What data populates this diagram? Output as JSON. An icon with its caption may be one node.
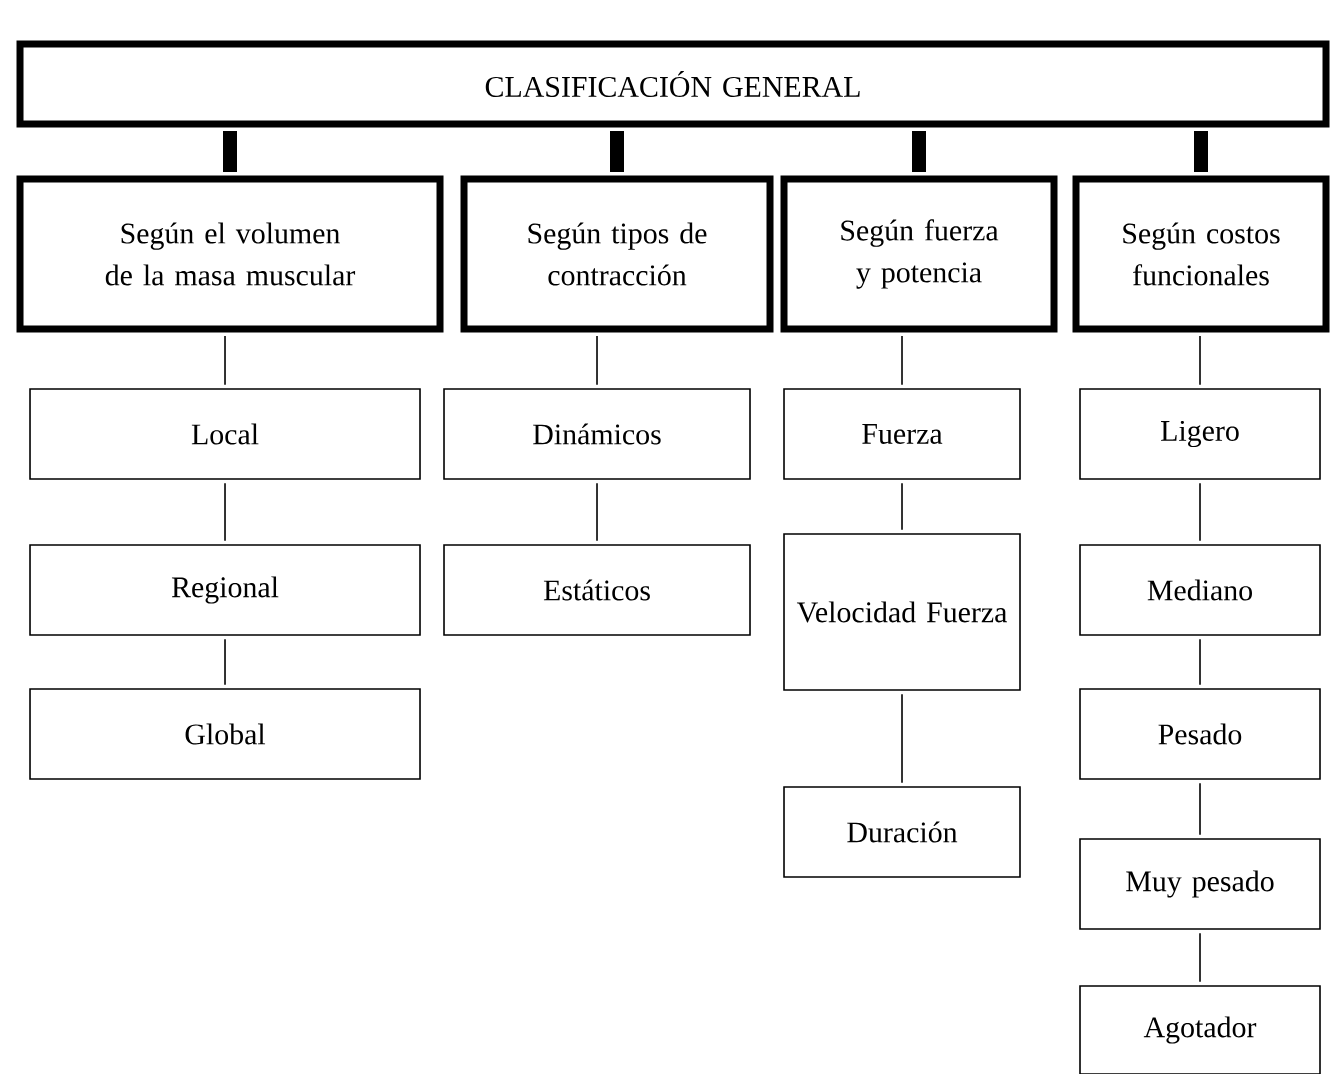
{
  "diagram": {
    "nodes": [
      {
        "text": [
          "CLASIFICACIÓN GENERAL"
        ]
      },
      {
        "text": [
          "Según el volumen de la masa muscular"
        ]
      },
      {
        "text": [
          "Según tipos de contracción"
        ]
      },
      {
        "text": [
          "Según fuerza y potencia"
        ]
      },
      {
        "text": [
          "Según costos funcionales"
        ]
      },
      {
        "text": [
          "Local"
        ]
      },
      {
        "text": [
          "Regional"
        ]
      },
      {
        "text": [
          "Global"
        ]
      },
      {
        "text": [
          "Dinámicos"
        ]
      },
      {
        "text": [
          "Estáticos"
        ]
      },
      {
        "text": [
          "Fuerza"
        ]
      },
      {
        "text": [
          "Velocidad Fuerza"
        ]
      },
      {
        "text": [
          "Duración"
        ]
      },
      {
        "text": [
          "Ligero"
        ]
      },
      {
        "text": [
          "Mediano"
        ]
      },
      {
        "text": [
          "Pesado"
        ]
      },
      {
        "text": [
          "Muy pesado"
        ]
      },
      {
        "text": [
          "Agotador"
        ]
      }
    ],
    "edges": [
      {
        "from": 0,
        "to": 1,
        "arrow": "none",
        "style": "thick"
      },
      {
        "from": 0,
        "to": 2,
        "arrow": "none",
        "style": "thick"
      },
      {
        "from": 0,
        "to": 3,
        "arrow": "none",
        "style": "thick"
      },
      {
        "from": 0,
        "to": 4,
        "arrow": "none",
        "style": "thick"
      },
      {
        "from": 1,
        "to": 5,
        "arrow": "none"
      },
      {
        "from": 5,
        "to": 6,
        "arrow": "none"
      },
      {
        "from": 6,
        "to": 7,
        "arrow": "none"
      },
      {
        "from": 2,
        "to": 8,
        "arrow": "none"
      },
      {
        "from": 8,
        "to": 9,
        "arrow": "none"
      },
      {
        "from": 3,
        "to": 10,
        "arrow": "none"
      },
      {
        "from": 10,
        "to": 11,
        "arrow": "none"
      },
      {
        "from": 11,
        "to": 12,
        "arrow": "none"
      },
      {
        "from": 4,
        "to": 13,
        "arrow": "none"
      },
      {
        "from": 13,
        "to": 14,
        "arrow": "none"
      },
      {
        "from": 14,
        "to": 15,
        "arrow": "none"
      },
      {
        "from": 15,
        "to": 16,
        "arrow": "none"
      },
      {
        "from": 16,
        "to": 17,
        "arrow": "none"
      }
    ]
  }
}
